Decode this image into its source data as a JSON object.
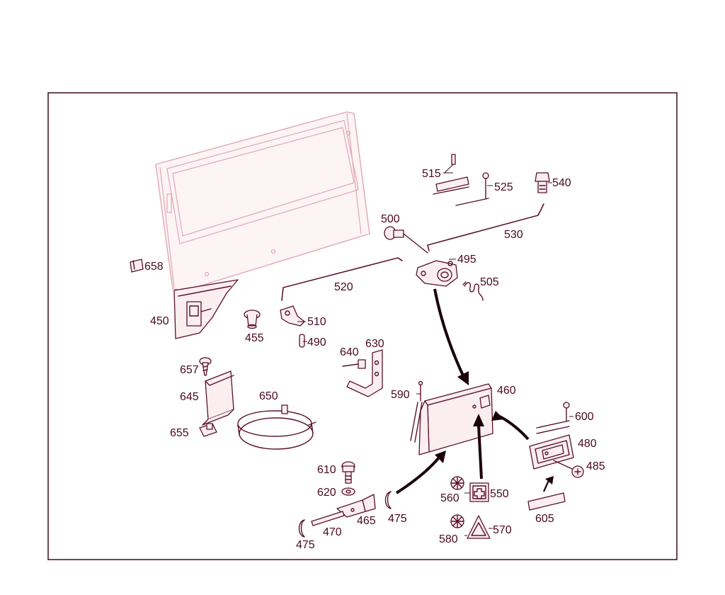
{
  "diagram": {
    "callouts": [
      {
        "id": "515",
        "text": "515"
      },
      {
        "id": "525",
        "text": "525"
      },
      {
        "id": "540",
        "text": "540"
      },
      {
        "id": "500",
        "text": "500"
      },
      {
        "id": "530",
        "text": "530"
      },
      {
        "id": "495",
        "text": "495"
      },
      {
        "id": "505",
        "text": "505"
      },
      {
        "id": "658",
        "text": "658"
      },
      {
        "id": "520",
        "text": "520"
      },
      {
        "id": "450",
        "text": "450"
      },
      {
        "id": "510",
        "text": "510"
      },
      {
        "id": "455",
        "text": "455"
      },
      {
        "id": "490",
        "text": "490"
      },
      {
        "id": "640",
        "text": "640"
      },
      {
        "id": "630",
        "text": "630"
      },
      {
        "id": "657",
        "text": "657"
      },
      {
        "id": "645",
        "text": "645"
      },
      {
        "id": "650",
        "text": "650"
      },
      {
        "id": "590",
        "text": "590"
      },
      {
        "id": "460",
        "text": "460"
      },
      {
        "id": "600",
        "text": "600"
      },
      {
        "id": "655",
        "text": "655"
      },
      {
        "id": "480",
        "text": "480"
      },
      {
        "id": "485",
        "text": "485"
      },
      {
        "id": "610",
        "text": "610"
      },
      {
        "id": "620",
        "text": "620"
      },
      {
        "id": "560",
        "text": "560"
      },
      {
        "id": "550",
        "text": "550"
      },
      {
        "id": "465",
        "text": "465"
      },
      {
        "id": "475a",
        "text": "475"
      },
      {
        "id": "470",
        "text": "470"
      },
      {
        "id": "605",
        "text": "605"
      },
      {
        "id": "475b",
        "text": "475"
      },
      {
        "id": "580",
        "text": "580"
      },
      {
        "id": "570",
        "text": "570"
      }
    ]
  }
}
